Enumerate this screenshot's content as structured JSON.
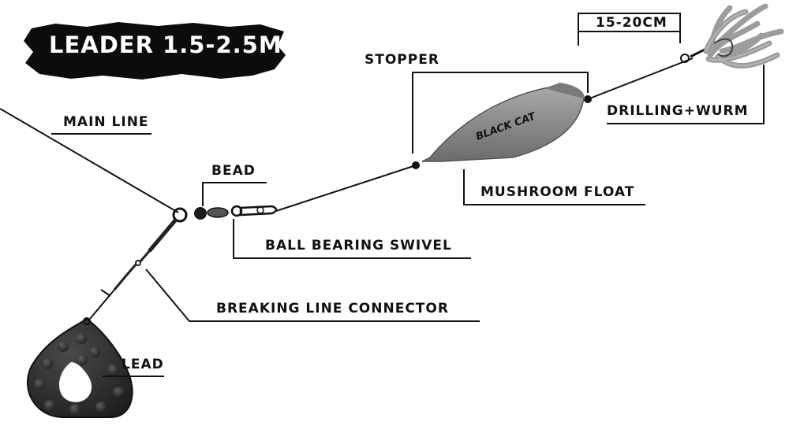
{
  "title": "LEADER 1.5-2.5M",
  "brand": "BLACK CAT",
  "labels": {
    "main_line": "MAIN LINE",
    "bead": "BEAD",
    "ball_bearing_swivel": "BALL BEARING SWIVEL",
    "breaking_line_connector": "BREAKING LINE CONNECTOR",
    "lead": "LEAD",
    "stopper": "STOPPER",
    "mushroom_float": "MUSHROOM FLOAT",
    "distance": "15-20CM",
    "drilling_wurm": "DRILLING+WURM"
  },
  "colors": {
    "ink": "#111111",
    "float_grey": "#8a8a8a",
    "lead_body": "#2b2b2b",
    "worm_grey": "#9c9c9c"
  }
}
